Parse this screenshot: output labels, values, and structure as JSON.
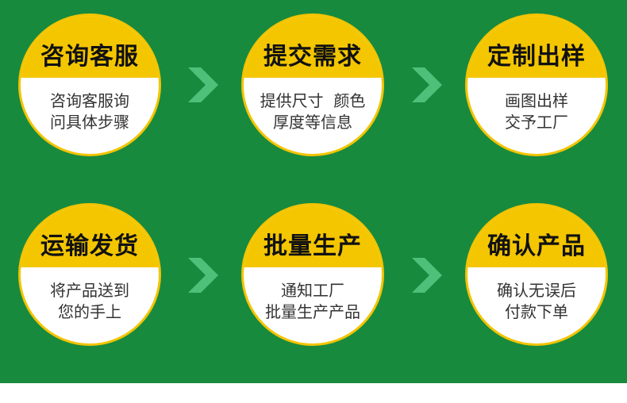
{
  "steps": [
    {
      "title": "咨询客服",
      "line1": "咨询客服询",
      "line2": "问具体步骤"
    },
    {
      "title": "提交需求",
      "line1": "提供尺寸  颜色",
      "line2": "厚度等信息"
    },
    {
      "title": "定制出样",
      "line1": "画图出样",
      "line2": "交予工厂"
    },
    {
      "title": "运输发货",
      "line1": "将产品送到",
      "line2": "您的手上"
    },
    {
      "title": "批量生产",
      "line1": "通知工厂",
      "line2": "批量生产产品"
    },
    {
      "title": "确认产品",
      "line1": "确认无误后",
      "line2": "付款下单"
    }
  ],
  "colors": {
    "background": "#178a3e",
    "accent": "#f4c600",
    "arrow": "#4fc07a"
  },
  "icons": {
    "arrow": "chevron-right-icon"
  }
}
